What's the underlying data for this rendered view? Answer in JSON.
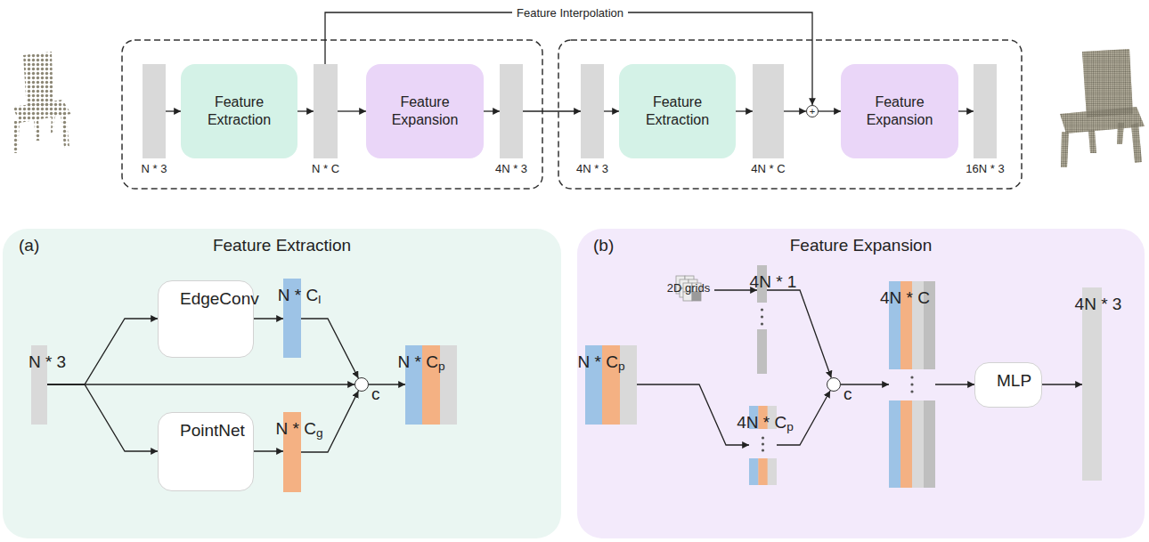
{
  "diagram": {
    "nodes": [
      {
        "text": [
          "N * 3"
        ]
      },
      {
        "text": [
          "Feature Extraction"
        ]
      },
      {
        "text": [
          "N * C"
        ]
      },
      {
        "text": [
          "Feature Expansion"
        ]
      },
      {
        "text": [
          "4N * 3"
        ]
      },
      {
        "text": [
          "4N * 3"
        ]
      },
      {
        "text": [
          "Feature Extraction"
        ]
      },
      {
        "text": [
          "4N * C"
        ]
      },
      {
        "text": [
          "+"
        ]
      },
      {
        "text": [
          "Feature Expansion"
        ]
      },
      {
        "text": [
          "16N * 3"
        ]
      },
      {
        "text": [
          "(a)",
          "Feature Extraction"
        ]
      },
      {
        "text": [
          "N * 3"
        ],
        "in": 11
      },
      {
        "text": [
          "EdgeConv"
        ],
        "in": 11
      },
      {
        "text": [
          "N * Cl"
        ],
        "in": 11
      },
      {
        "text": [
          "PointNet"
        ],
        "in": 11
      },
      {
        "text": [
          "N * Cg"
        ],
        "in": 11
      },
      {
        "text": [
          "c"
        ],
        "in": 11
      },
      {
        "text": [
          "N * Cp"
        ],
        "in": 11
      },
      {
        "text": [
          "(b)",
          "Feature Expansion"
        ]
      },
      {
        "text": [
          "N * Cp"
        ],
        "in": 19
      },
      {
        "text": [
          "2D grids"
        ],
        "in": 19
      },
      {
        "text": [
          "4N * 1"
        ],
        "in": 19
      },
      {
        "text": [
          "4N * Cp"
        ],
        "in": 19
      },
      {
        "text": [
          "c"
        ],
        "in": 19
      },
      {
        "text": [
          "4N * C"
        ],
        "in": 19
      },
      {
        "text": [
          "MLP"
        ],
        "in": 19
      },
      {
        "text": [
          "4N * 3"
        ],
        "in": 19
      }
    ],
    "edges": [
      {
        "from": 0,
        "to": 1,
        "arrow": "to"
      },
      {
        "from": 1,
        "to": 2,
        "arrow": "to"
      },
      {
        "from": 2,
        "to": 3,
        "arrow": "to"
      },
      {
        "from": 3,
        "to": 4,
        "arrow": "to"
      },
      {
        "from": 4,
        "to": 5,
        "arrow": "to"
      },
      {
        "from": 5,
        "to": 6,
        "arrow": "to"
      },
      {
        "from": 6,
        "to": 7,
        "arrow": "to"
      },
      {
        "from": 7,
        "to": 8,
        "arrow": "to"
      },
      {
        "from": 8,
        "to": 9,
        "arrow": "to"
      },
      {
        "from": 9,
        "to": 10,
        "arrow": "to"
      },
      {
        "from": 2,
        "to": 8,
        "label": "Feature Interpolation",
        "arrow": "to"
      },
      {
        "from": 12,
        "to": 13,
        "arrow": "to"
      },
      {
        "from": 12,
        "to": 17,
        "arrow": "to"
      },
      {
        "from": 12,
        "to": 15,
        "arrow": "to"
      },
      {
        "from": 13,
        "to": 14,
        "arrow": "to"
      },
      {
        "from": 14,
        "to": 17,
        "arrow": "to"
      },
      {
        "from": 15,
        "to": 16,
        "arrow": "to"
      },
      {
        "from": 16,
        "to": 17,
        "arrow": "to"
      },
      {
        "from": 17,
        "to": 18,
        "arrow": "to"
      },
      {
        "from": 20,
        "to": 23,
        "arrow": "to"
      },
      {
        "from": 21,
        "to": 22,
        "arrow": "to"
      },
      {
        "from": 22,
        "to": 24,
        "arrow": "to"
      },
      {
        "from": 23,
        "to": 24,
        "arrow": "to"
      },
      {
        "from": 24,
        "to": 25,
        "arrow": "to"
      },
      {
        "from": 25,
        "to": 26,
        "arrow": "to"
      },
      {
        "from": 26,
        "to": 27,
        "arrow": "to"
      }
    ]
  }
}
